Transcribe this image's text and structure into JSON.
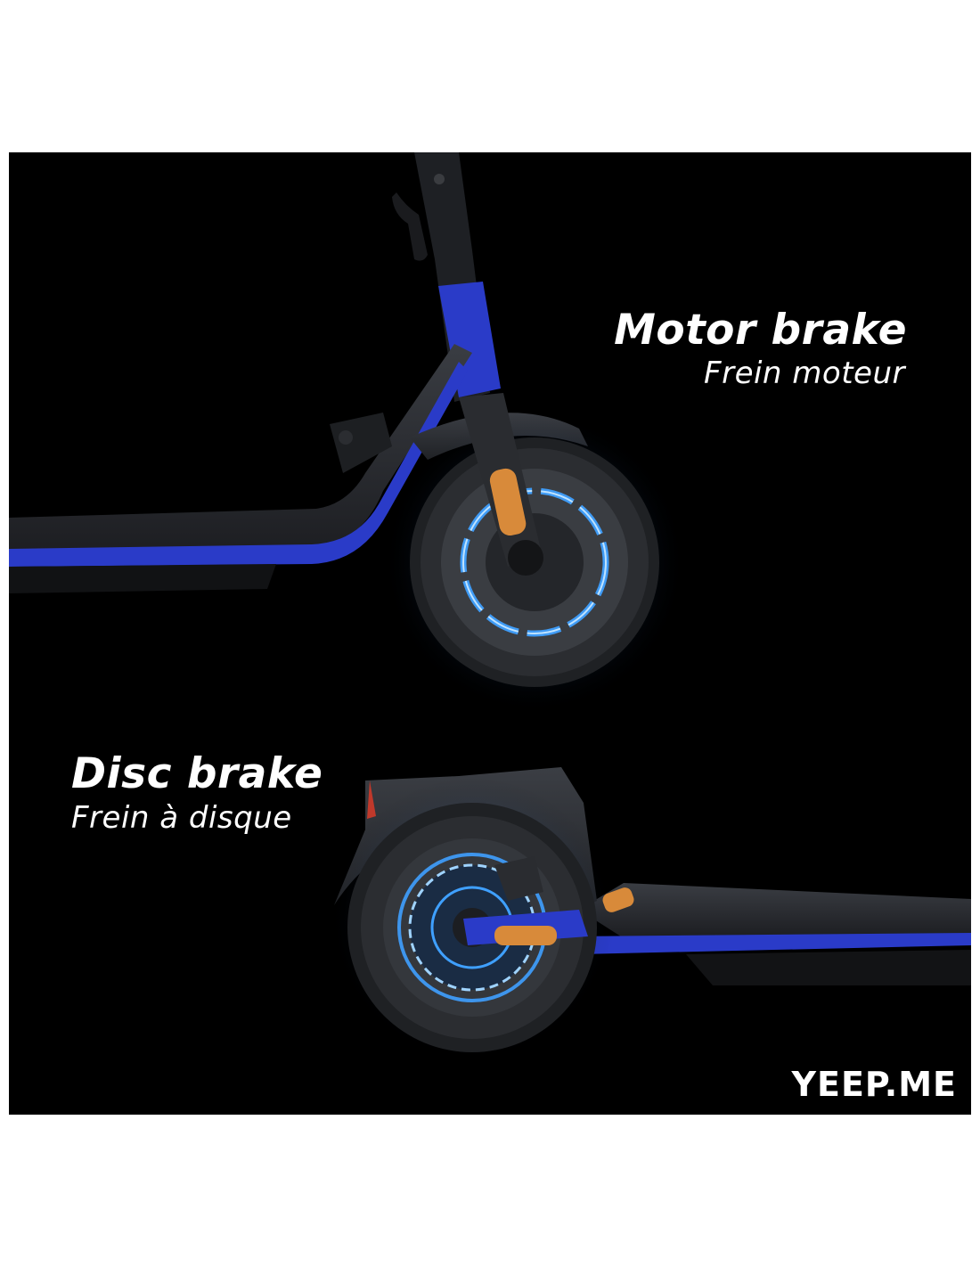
{
  "motor": {
    "title": "Motor brake",
    "subtitle": "Frein moteur"
  },
  "disc": {
    "title": "Disc brake",
    "subtitle": "Frein à disque"
  },
  "brand": {
    "logo_text": "YEEP.ME"
  },
  "colors": {
    "background": "#000000",
    "frame_blue": "#2a3bc8",
    "glow_blue": "#3fa0ff",
    "reflector_orange": "#d88a3a",
    "tire": "#2b2d31"
  }
}
